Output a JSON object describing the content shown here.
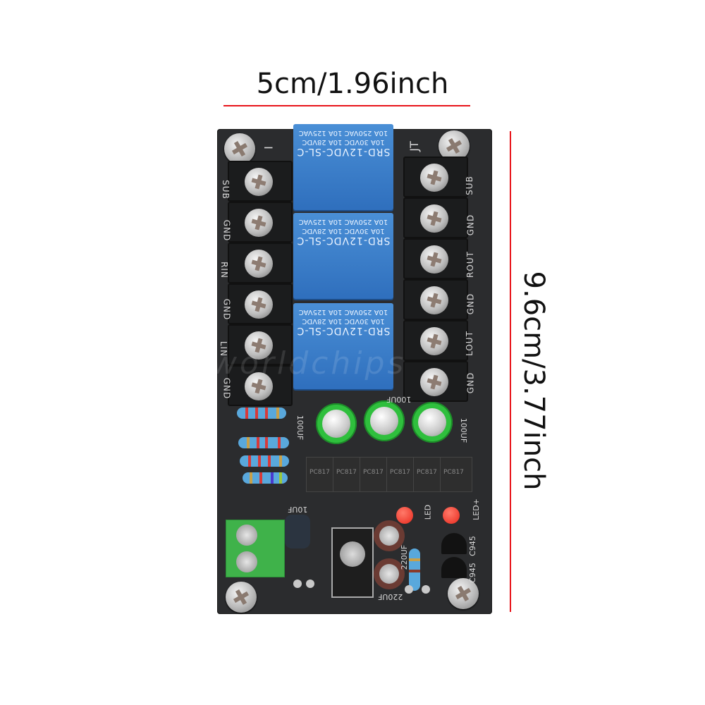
{
  "dimensions": {
    "width_label": "5cm/1.96inch",
    "height_label": "9.6cm/3.77inch",
    "line_color": "#e8141a"
  },
  "board": {
    "color": "#2b2c2e",
    "left_header": "I",
    "right_header": "JT",
    "left_terminals": [
      "SUB",
      "GND",
      "RIN",
      "GND",
      "LIN",
      "GND"
    ],
    "right_terminals": [
      "SUB",
      "GND",
      "ROUT",
      "GND",
      "LOUT",
      "GND"
    ],
    "relays": [
      {
        "model": "SRD-12VDC-SL-C",
        "line1": "10A 250VAC 10A 125VAC",
        "line2": "10A 30VDC 10A 28VDC"
      },
      {
        "model": "SRD-12VDC-SL-C",
        "line1": "10A 250VAC 10A 125VAC",
        "line2": "10A 30VDC 10A 28VDC"
      },
      {
        "model": "SRD-12VDC-SL-C",
        "line1": "10A 250VAC 10A 125VAC",
        "line2": "10A 30VDC 10A 28VDC"
      }
    ],
    "relay_color": "#3a7fcf",
    "capacitor_labels": {
      "left": "100UF",
      "middle": "100UF",
      "right": "100UF",
      "small": "10UF",
      "upper_brown": "220UF",
      "lower_brown": "220UF"
    },
    "optocoupler_label": "PC817",
    "optocoupler_count": 6,
    "led_labels": [
      "LED",
      "LED+"
    ],
    "transistor_labels": [
      "C945",
      "C945"
    ],
    "watermark": "worldchips"
  }
}
